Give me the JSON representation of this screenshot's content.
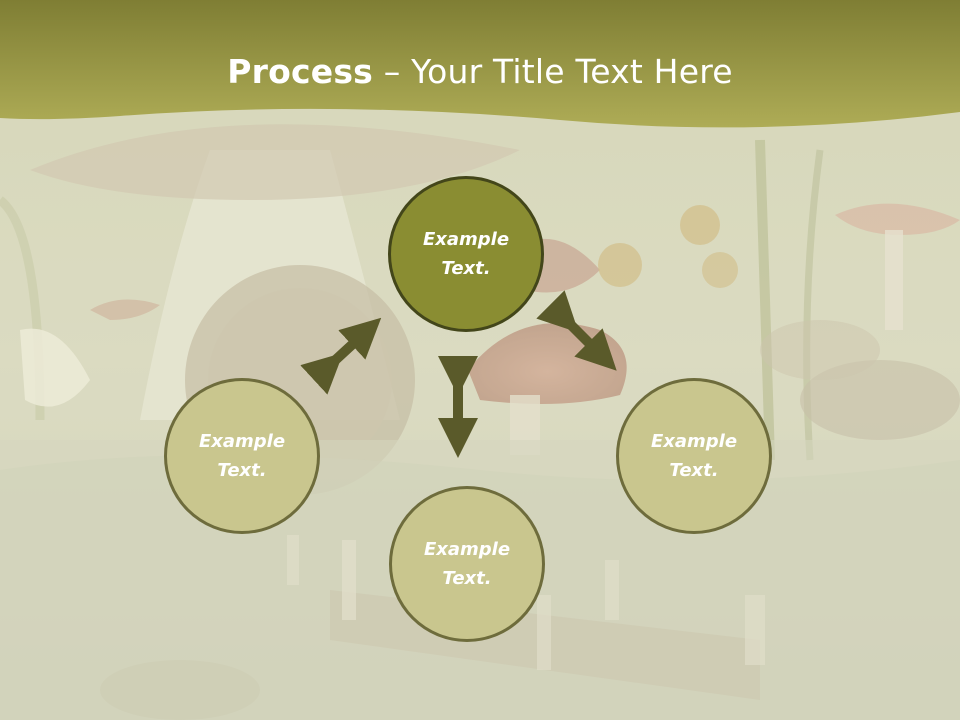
{
  "slide": {
    "title_bold": "Process",
    "title_rest": " – Your Title Text Here"
  },
  "nodes": {
    "center": "Example\nText.",
    "left": "Example\nText.",
    "right": "Example\nText.",
    "bottom": "Example\nText."
  },
  "colors": {
    "header_band": "#a6a44a",
    "center_fill": "#8a8d32",
    "outer_fill": "#c9c68e",
    "arrow": "#5a5a2a"
  }
}
